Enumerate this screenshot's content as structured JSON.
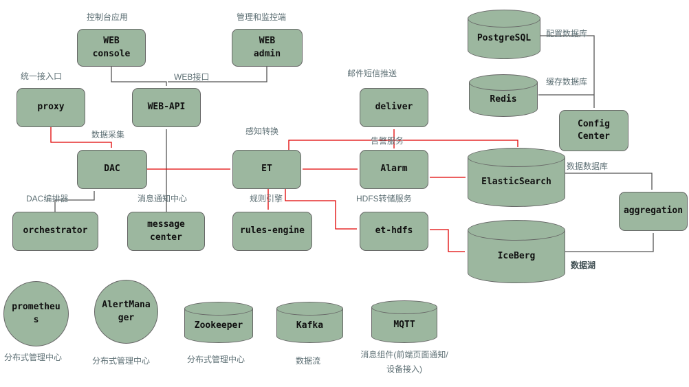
{
  "nodes": {
    "web_console": {
      "label": "WEB\nconsole",
      "annotation": "控制台应用"
    },
    "web_admin": {
      "label": "WEB\nadmin",
      "annotation": "管理和监控端"
    },
    "proxy": {
      "label": "proxy",
      "annotation": "统一接入口"
    },
    "web_api": {
      "label": "WEB-API",
      "annotation": "WEB接口"
    },
    "deliver": {
      "label": "deliver",
      "annotation": "邮件短信推送"
    },
    "dac": {
      "label": "DAC"
    },
    "et": {
      "label": "ET"
    },
    "alarm": {
      "label": "Alarm"
    },
    "orchestrator": {
      "label": "orchestrator",
      "annotation": "DAC编排器"
    },
    "message_center": {
      "label": "message\ncenter",
      "annotation": "消息通知中心"
    },
    "rules_engine": {
      "label": "rules-engine",
      "annotation": "规则引擎"
    },
    "et_hdfs": {
      "label": "et-hdfs",
      "annotation": "HDFS转储服务"
    },
    "config_center": {
      "label": "Config\nCenter"
    },
    "aggregation": {
      "label": "aggregation"
    },
    "postgresql": {
      "label": "PostgreSQL",
      "annotation": "配置数据库"
    },
    "redis": {
      "label": "Redis",
      "annotation": "缓存数据库"
    },
    "elasticsearch": {
      "label": "ElasticSearch",
      "annotation": "数据数据库"
    },
    "iceberg": {
      "label": "IceBerg",
      "annotation": "数据湖"
    },
    "prometheus": {
      "label": "prometheus",
      "annotation": "分布式管理中心"
    },
    "alertmanager": {
      "label": "AlertManager",
      "annotation": "分布式管理中心"
    },
    "zookeeper": {
      "label": "Zookeeper",
      "annotation": "分布式管理中心"
    },
    "kafka": {
      "label": "Kafka",
      "annotation": "数据流"
    },
    "mqtt": {
      "label": "MQTT",
      "annotation": "消息组件(前端页面通知/设备接入)"
    }
  },
  "edge_labels": {
    "data_collection": "数据采集",
    "perception_transform": "感知转换",
    "alarm_service": "告警服务"
  },
  "colors": {
    "node_fill": "#9cb79f",
    "node_border": "#666666",
    "flow_arrow": "#e00000",
    "link_arrow": "#545454"
  }
}
